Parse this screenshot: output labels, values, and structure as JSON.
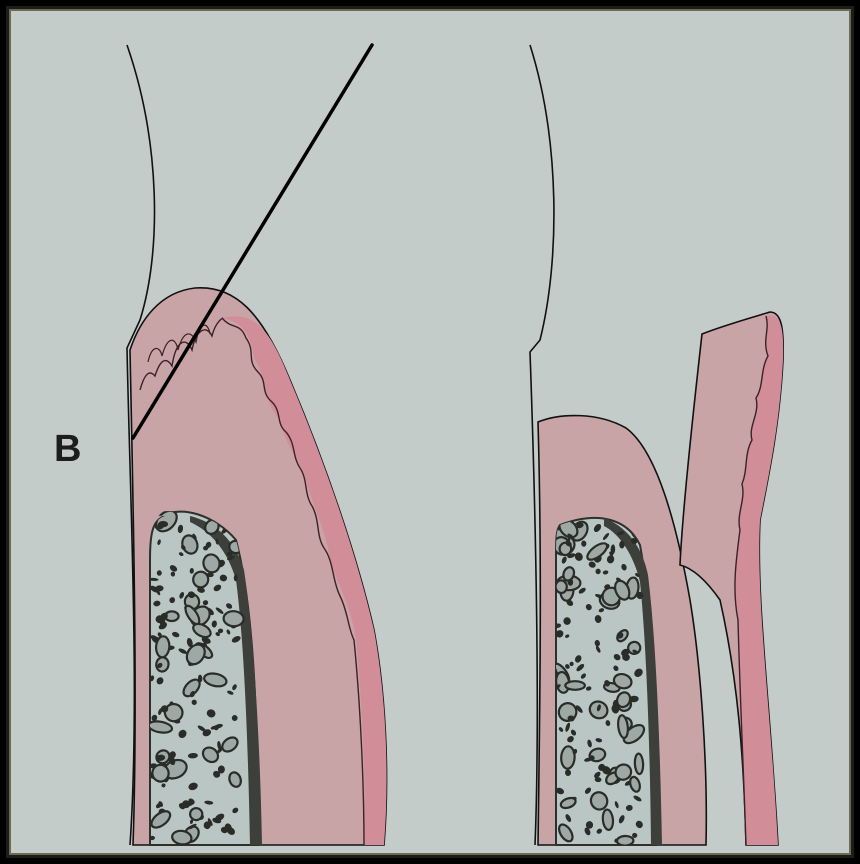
{
  "figure": {
    "panel_label": "B",
    "colors": {
      "background": "#c4ccca",
      "gingiva": "#c9a4a6",
      "epithelium": "#d18e99",
      "bone_marrow": "#b9c6c4",
      "bone_cortex": "#3c3f3a",
      "outline": "#111111"
    },
    "left_panel": {
      "elements": [
        "tooth-surface-line",
        "gingiva",
        "epithelium-layer",
        "alveolar-bone",
        "incision-line"
      ]
    },
    "right_panel": {
      "elements": [
        "tooth-surface-line",
        "gingiva-remaining",
        "alveolar-bone",
        "excised-gingival-flap"
      ]
    }
  }
}
